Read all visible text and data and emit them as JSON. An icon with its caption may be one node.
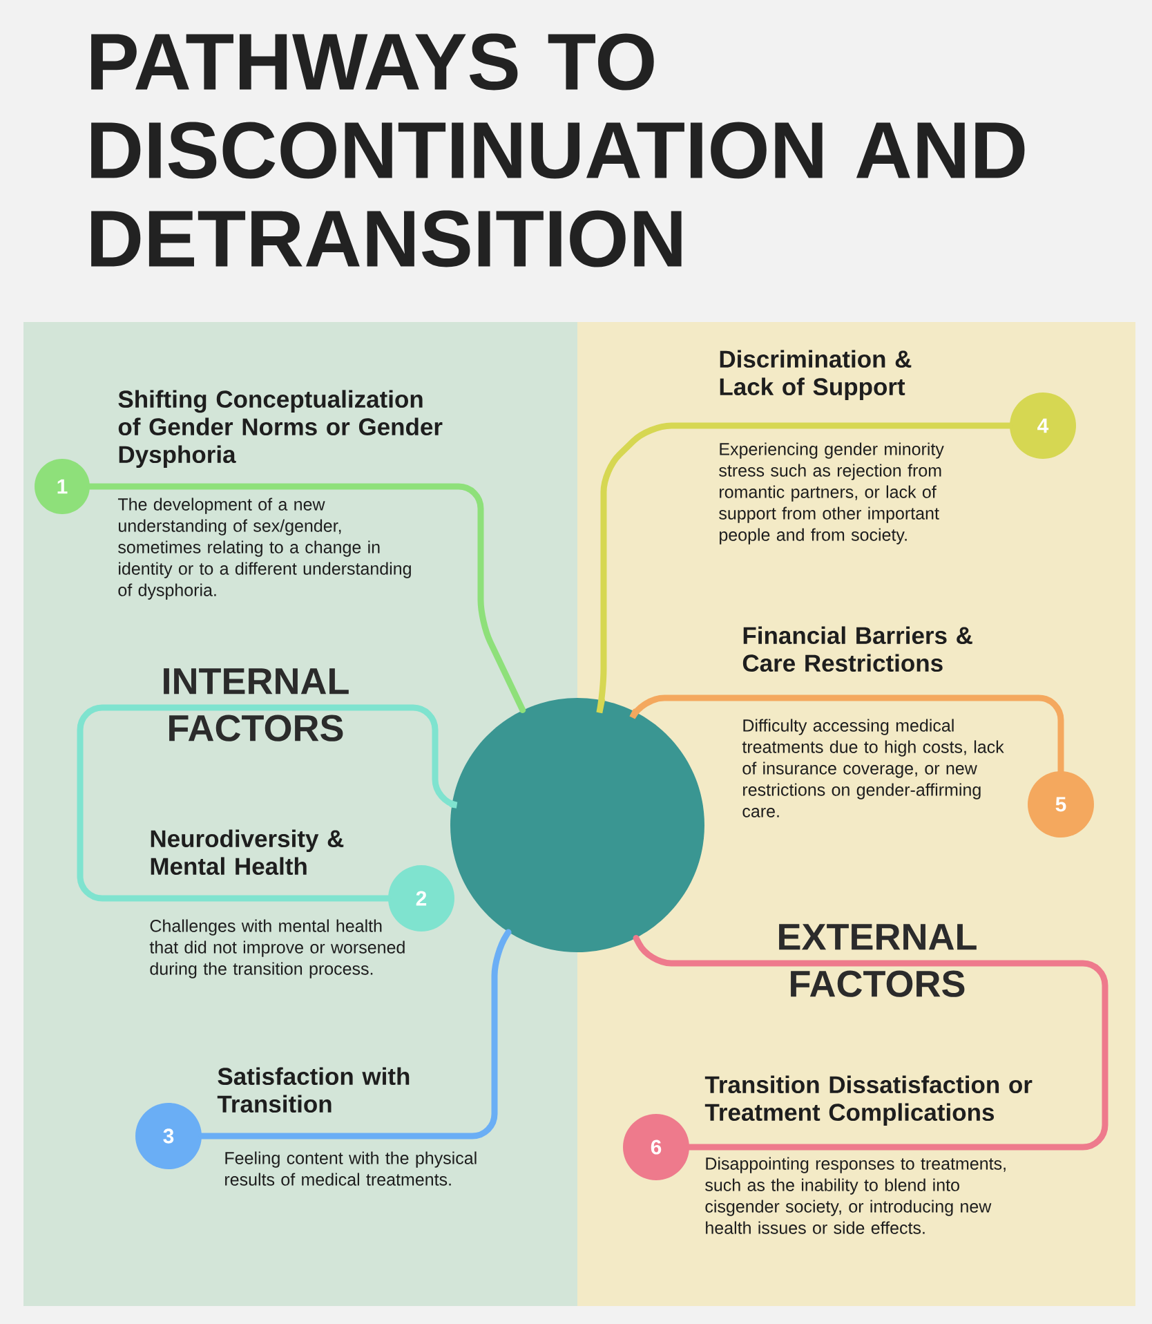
{
  "diagram": {
    "title": "PATHWAYS TO DISCONTINUATION AND DETRANSITION",
    "nodes": [
      {
        "text": [
          "INTERNAL FACTORS"
        ]
      },
      {
        "text": [
          "1"
        ],
        "in": 0,
        "beside": [
          "Shifting Conceptualization of Gender Norms or Gender Dysphoria",
          "The development of a new understanding of sex/gender, sometimes relating to a change in identity or to a different understanding of dysphoria."
        ]
      },
      {
        "text": [
          "2"
        ],
        "in": 0,
        "beside": [
          "Neurodiversity & Mental Health",
          "Challenges with mental health that did not improve or worsened during the transition process."
        ]
      },
      {
        "text": [
          "3"
        ],
        "in": 0,
        "beside": [
          "Satisfaction with Transition",
          "Feeling content with the physical results of medical treatments."
        ]
      },
      {
        "text": [
          "EXTERNAL FACTORS"
        ]
      },
      {
        "text": [
          "4"
        ],
        "in": 4,
        "beside": [
          "Discrimination & Lack of Support",
          "Experiencing gender minority stress such as rejection from romantic partners, or lack of support from other important people and from society."
        ]
      },
      {
        "text": [
          "5"
        ],
        "in": 4,
        "beside": [
          "Financial Barriers & Care Restrictions",
          "Difficulty accessing medical treatments due to high costs, lack of insurance coverage, or new restrictions on gender-affirming care."
        ]
      },
      {
        "text": [
          "6"
        ],
        "in": 4,
        "beside": [
          "Transition Dissatisfaction or Treatment Complications",
          "Disappointing responses to treatments, such as the inability to blend into cisgender society, or introducing new health issues or side effects."
        ]
      },
      {
        "text": [],
        "shape": "circle"
      }
    ],
    "edges": [
      {
        "from": 1,
        "to": 8,
        "arrow": "none",
        "color": "#8ee07a"
      },
      {
        "from": 2,
        "to": 8,
        "arrow": "none",
        "color": "#7fe3cf"
      },
      {
        "from": 3,
        "to": 8,
        "arrow": "none",
        "color": "#6aaef5"
      },
      {
        "from": 5,
        "to": 8,
        "arrow": "none",
        "color": "#d6d752"
      },
      {
        "from": 6,
        "to": 8,
        "arrow": "none",
        "color": "#f4a85e"
      },
      {
        "from": 7,
        "to": 8,
        "arrow": "none",
        "color": "#ee7a8c"
      }
    ]
  }
}
